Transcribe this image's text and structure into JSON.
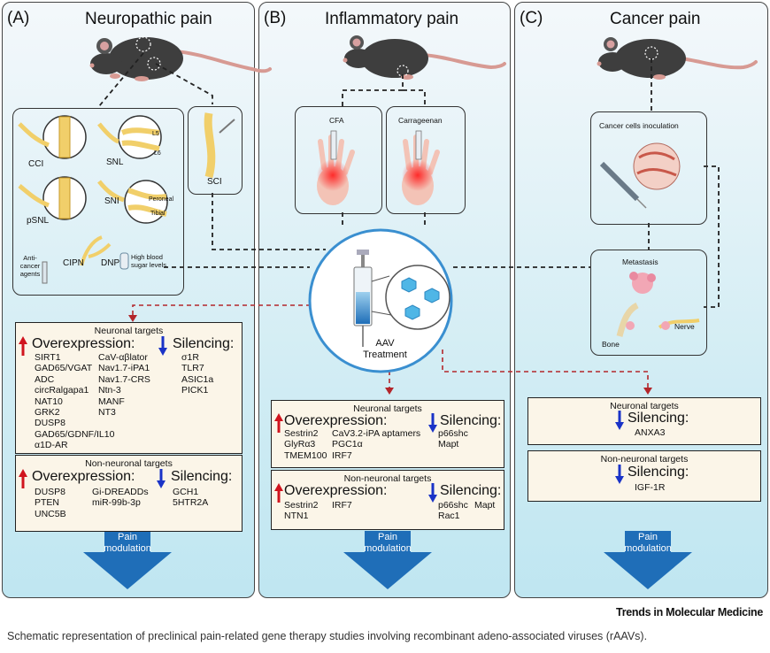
{
  "panels": {
    "a": {
      "label": "(A)",
      "title": "Neuropathic pain",
      "models": {
        "cci": "CCI",
        "snl": "SNL",
        "psnl": "pSNL",
        "sni": "SNI",
        "l5": "L5",
        "l6": "L6",
        "peroneal": "Peroneal",
        "tibial": "Tibial",
        "sci": "SCI"
      },
      "cipn_row": {
        "anticancer": "Anti-cancer agents",
        "cipn": "CIPN",
        "dnp": "DNP",
        "sugar": "High blood sugar levels"
      }
    },
    "b": {
      "label": "(B)",
      "title": "Inflammatory pain",
      "cfa": "CFA",
      "carrageenan": "Carrageenan"
    },
    "c": {
      "label": "(C)",
      "title": "Cancer pain",
      "inoculation": "Cancer cells inoculation",
      "metastasis": "Metastasis",
      "bone": "Bone",
      "nerve": "Nerve"
    }
  },
  "aav": {
    "line1": "AAV",
    "line2": "Treatment"
  },
  "targets": {
    "a_neuronal": {
      "title": "Neuronal targets",
      "over": "Overexpression:",
      "sil": "Silencing:",
      "col1": [
        "SIRT1",
        "GAD65/VGAT",
        "ADC",
        "circRalgapa1",
        "NAT10",
        "GRK2",
        "DUSP8",
        "GAD65/GDNF/IL10",
        "α1D-AR"
      ],
      "col2": [
        "CaV-αβlator",
        "Nav1.7-iPA1",
        "Nav1.7-CRS",
        "Ntn-3",
        "MANF",
        "NT3"
      ],
      "sil_items": [
        "σ1R",
        "TLR7",
        "ASIC1a",
        "PICK1"
      ]
    },
    "a_non": {
      "title": "Non-neuronal targets",
      "over": "Overexpression:",
      "sil": "Silencing:",
      "col1": [
        "DUSP8",
        "PTEN",
        "UNC5B"
      ],
      "col2": [
        "Gi-DREADDs",
        "miR-99b-3p"
      ],
      "sil_items": [
        "GCH1",
        "5HTR2A"
      ]
    },
    "b_neuronal": {
      "title": "Neuronal targets",
      "over": "Overexpression:",
      "sil": "Silencing:",
      "col1": [
        "Sestrin2",
        "GlyRα3",
        "TMEM100"
      ],
      "col2": [
        "CaV3.2-iPA aptamers",
        "PGC1α",
        "IRF7"
      ],
      "sil_items": [
        "p66shc",
        "Mapt"
      ]
    },
    "b_non": {
      "title": "Non-neuronal targets",
      "over": "Overexpression:",
      "sil": "Silencing:",
      "col1": [
        "Sestrin2",
        "NTN1"
      ],
      "col2": [
        "IRF7"
      ],
      "sil_items": [
        "p66shc",
        "Rac1"
      ],
      "sil_items2": [
        "Mapt"
      ]
    },
    "c_neuronal": {
      "title": "Neuronal targets",
      "sil": "Silencing:",
      "sil_items": [
        "ANXA3"
      ]
    },
    "c_non": {
      "title": "Non-neuronal targets",
      "sil": "Silencing:",
      "sil_items": [
        "IGF-1R"
      ]
    }
  },
  "pain": {
    "line1": "Pain",
    "line2": "modulation"
  },
  "journal": "Trends in Molecular Medicine",
  "caption": "Schematic representation of preclinical pain-related gene therapy studies involving recombinant adeno-associated viruses (rAAVs).",
  "colors": {
    "up": "#d0141e",
    "down": "#1a33c7",
    "pain_arrow": "#1f6eb8",
    "dashed_red": "#b3262b",
    "ring": "#3a8fd0"
  }
}
